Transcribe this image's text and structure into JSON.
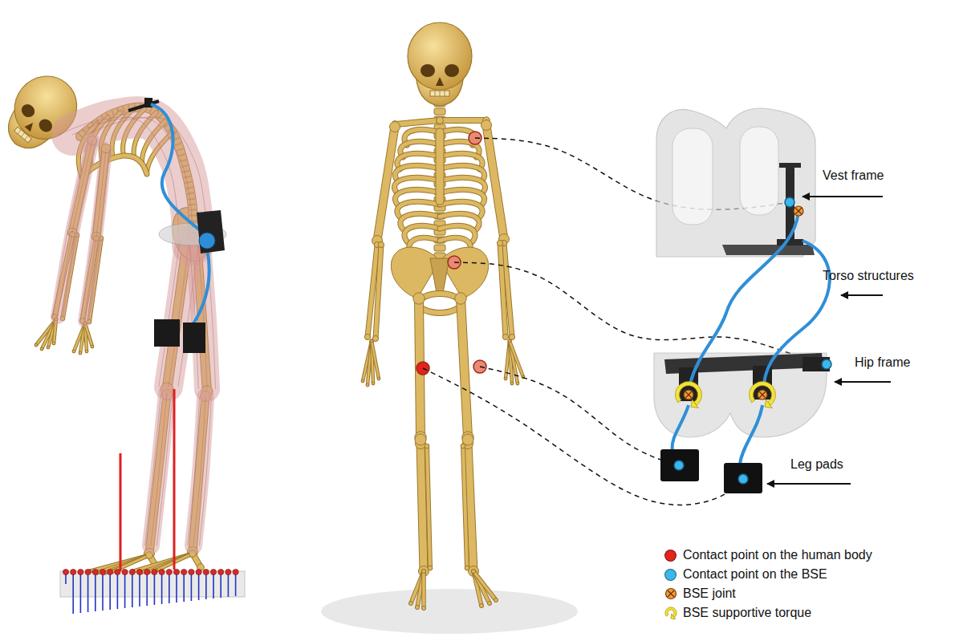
{
  "diagram": {
    "labels": [
      "Vest frame",
      "Torso structures",
      "Hip frame",
      "Leg pads"
    ],
    "legend": [
      {
        "text": "Contact point on the human body",
        "color": "#e3241b"
      },
      {
        "text": "Contact point on the BSE",
        "color": "#38b8ec"
      },
      {
        "text": "BSE joint"
      },
      {
        "text": "BSE supportive torque"
      }
    ]
  }
}
